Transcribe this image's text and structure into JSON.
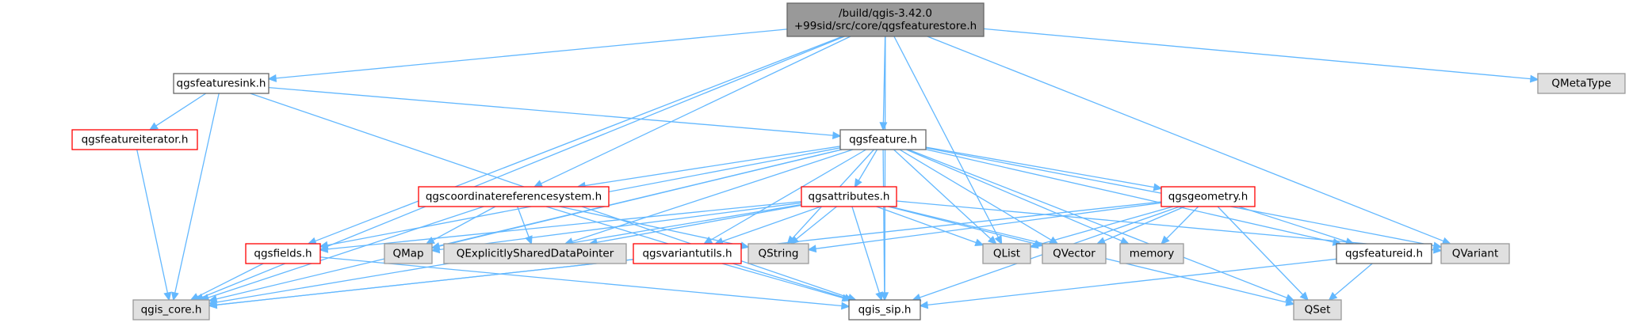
{
  "colors": {
    "edge": "#63b8ff",
    "root_fill": "#999999",
    "root_stroke": "#666666",
    "doc_fill": "#ffffff",
    "doc_stroke": "#666666",
    "incomplete_stroke": "#ff0000",
    "system_fill": "#e0e0e0",
    "system_stroke": "#999999"
  },
  "nodes": [
    {
      "id": "root",
      "lines": [
        "/build/qgis-3.42.0",
        "+99sid/src/core/qgsfeaturestore.h"
      ],
      "kind": "root"
    },
    {
      "id": "qgsfeaturesink",
      "lines": [
        "qgsfeaturesink.h"
      ],
      "kind": "doc"
    },
    {
      "id": "qgsfeatureiterator",
      "lines": [
        "qgsfeatureiterator.h"
      ],
      "kind": "incomplete"
    },
    {
      "id": "qgsfeature",
      "lines": [
        "qgsfeature.h"
      ],
      "kind": "doc"
    },
    {
      "id": "qgscrs",
      "lines": [
        "qgscoordinatereferencesystem.h"
      ],
      "kind": "incomplete"
    },
    {
      "id": "qgsattributes",
      "lines": [
        "qgsattributes.h"
      ],
      "kind": "incomplete"
    },
    {
      "id": "qgsgeometry",
      "lines": [
        "qgsgeometry.h"
      ],
      "kind": "incomplete"
    },
    {
      "id": "qgsfields",
      "lines": [
        "qgsfields.h"
      ],
      "kind": "incomplete"
    },
    {
      "id": "qgsvariantutils",
      "lines": [
        "qgsvariantutils.h"
      ],
      "kind": "incomplete"
    },
    {
      "id": "qgsfeatureid",
      "lines": [
        "qgsfeatureid.h"
      ],
      "kind": "doc"
    },
    {
      "id": "qgis_core",
      "lines": [
        "qgis_core.h"
      ],
      "kind": "system"
    },
    {
      "id": "qgis_sip",
      "lines": [
        "qgis_sip.h"
      ],
      "kind": "doc"
    },
    {
      "id": "QMetaType",
      "lines": [
        "QMetaType"
      ],
      "kind": "system"
    },
    {
      "id": "QMap",
      "lines": [
        "QMap"
      ],
      "kind": "system"
    },
    {
      "id": "QESDP",
      "lines": [
        "QExplicitlySharedDataPointer"
      ],
      "kind": "system"
    },
    {
      "id": "QString",
      "lines": [
        "QString"
      ],
      "kind": "system"
    },
    {
      "id": "QList",
      "lines": [
        "QList"
      ],
      "kind": "system"
    },
    {
      "id": "QVector",
      "lines": [
        "QVector"
      ],
      "kind": "system"
    },
    {
      "id": "memory",
      "lines": [
        "memory"
      ],
      "kind": "system"
    },
    {
      "id": "QVariant",
      "lines": [
        "QVariant"
      ],
      "kind": "system"
    },
    {
      "id": "QSet",
      "lines": [
        "QSet"
      ],
      "kind": "system"
    }
  ],
  "edges": [
    [
      "root",
      "qgsfeaturesink"
    ],
    [
      "root",
      "qgis_core"
    ],
    [
      "root",
      "qgis_sip"
    ],
    [
      "root",
      "QMetaType"
    ],
    [
      "root",
      "qgsfeature"
    ],
    [
      "root",
      "qgscrs"
    ],
    [
      "root",
      "qgsfields"
    ],
    [
      "root",
      "QList"
    ],
    [
      "root",
      "QVariant"
    ],
    [
      "qgsfeaturesink",
      "qgsfeatureiterator"
    ],
    [
      "qgsfeaturesink",
      "qgis_core"
    ],
    [
      "qgsfeaturesink",
      "qgis_sip"
    ],
    [
      "qgsfeaturesink",
      "qgsfeature"
    ],
    [
      "qgsfeatureiterator",
      "qgis_core"
    ],
    [
      "qgsfeature",
      "qgis_core"
    ],
    [
      "qgsfeature",
      "qgsfields"
    ],
    [
      "qgsfeature",
      "qgscrs"
    ],
    [
      "qgsfeature",
      "QMap"
    ],
    [
      "qgsfeature",
      "QESDP"
    ],
    [
      "qgsfeature",
      "qgsattributes"
    ],
    [
      "qgsfeature",
      "qgsvariantutils"
    ],
    [
      "qgsfeature",
      "QString"
    ],
    [
      "qgsfeature",
      "qgis_sip"
    ],
    [
      "qgsfeature",
      "QList"
    ],
    [
      "qgsfeature",
      "QVector"
    ],
    [
      "qgsfeature",
      "memory"
    ],
    [
      "qgsfeature",
      "qgsgeometry"
    ],
    [
      "qgsfeature",
      "qgsfeatureid"
    ],
    [
      "qgsfeature",
      "QVariant"
    ],
    [
      "qgsfeature",
      "QSet"
    ],
    [
      "qgscrs",
      "qgis_core"
    ],
    [
      "qgscrs",
      "QMap"
    ],
    [
      "qgscrs",
      "QESDP"
    ],
    [
      "qgscrs",
      "QString"
    ],
    [
      "qgscrs",
      "qgis_sip"
    ],
    [
      "qgsattributes",
      "qgsfields"
    ],
    [
      "qgsattributes",
      "QMap"
    ],
    [
      "qgsattributes",
      "QESDP"
    ],
    [
      "qgsattributes",
      "qgsvariantutils"
    ],
    [
      "qgsattributes",
      "QString"
    ],
    [
      "qgsattributes",
      "qgis_sip"
    ],
    [
      "qgsattributes",
      "QList"
    ],
    [
      "qgsattributes",
      "QVector"
    ],
    [
      "qgsattributes",
      "QVariant"
    ],
    [
      "qgsattributes",
      "qgis_core"
    ],
    [
      "qgsattributes",
      "QSet"
    ],
    [
      "qgsgeometry",
      "QString"
    ],
    [
      "qgsgeometry",
      "QVector"
    ],
    [
      "qgsgeometry",
      "memory"
    ],
    [
      "qgsgeometry",
      "qgsfeatureid"
    ],
    [
      "qgsgeometry",
      "QSet"
    ],
    [
      "qgsgeometry",
      "qgis_sip"
    ],
    [
      "qgsgeometry",
      "qgis_core"
    ],
    [
      "qgsgeometry",
      "QList"
    ],
    [
      "qgsfields",
      "qgis_core"
    ],
    [
      "qgsfields",
      "qgis_sip"
    ],
    [
      "qgsvariantutils",
      "qgis_core"
    ],
    [
      "qgsvariantutils",
      "qgis_sip"
    ],
    [
      "qgsfeatureid",
      "QSet"
    ],
    [
      "qgsfeatureid",
      "qgis_sip"
    ]
  ]
}
